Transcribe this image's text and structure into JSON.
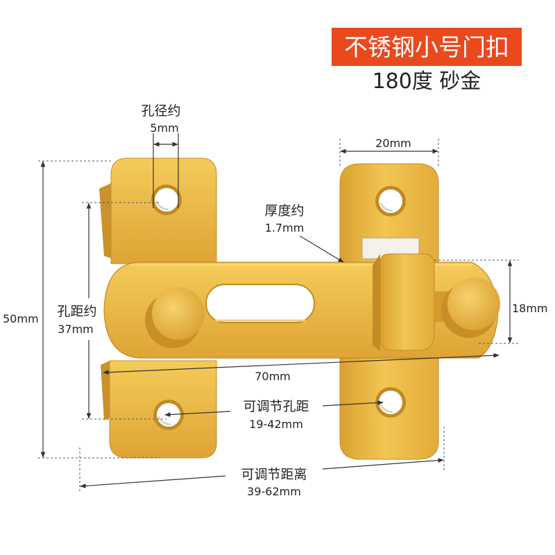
{
  "banner": {
    "title": "不锈钢小号门扣"
  },
  "subtitle": "180度 砂金",
  "dimensions": {
    "hole_diameter": {
      "label": "孔径约",
      "value": "5mm"
    },
    "plate_width": {
      "value": "20mm"
    },
    "thickness": {
      "label": "厚度约",
      "value": "1.7mm"
    },
    "total_height": {
      "value": "50mm"
    },
    "hole_spacing": {
      "label": "孔距约",
      "value": "37mm"
    },
    "bar_height": {
      "value": "18mm"
    },
    "bar_length": {
      "value": "70mm"
    },
    "adjustable_hole_spacing": {
      "label": "可调节孔距",
      "value": "19-42mm"
    },
    "adjustable_distance": {
      "label": "可调节距离",
      "value": "39-62mm"
    }
  },
  "colors": {
    "banner": "#e9491d",
    "banner_text": "#ffffff",
    "metal": "#e6b43c",
    "annotation": "#333333"
  }
}
